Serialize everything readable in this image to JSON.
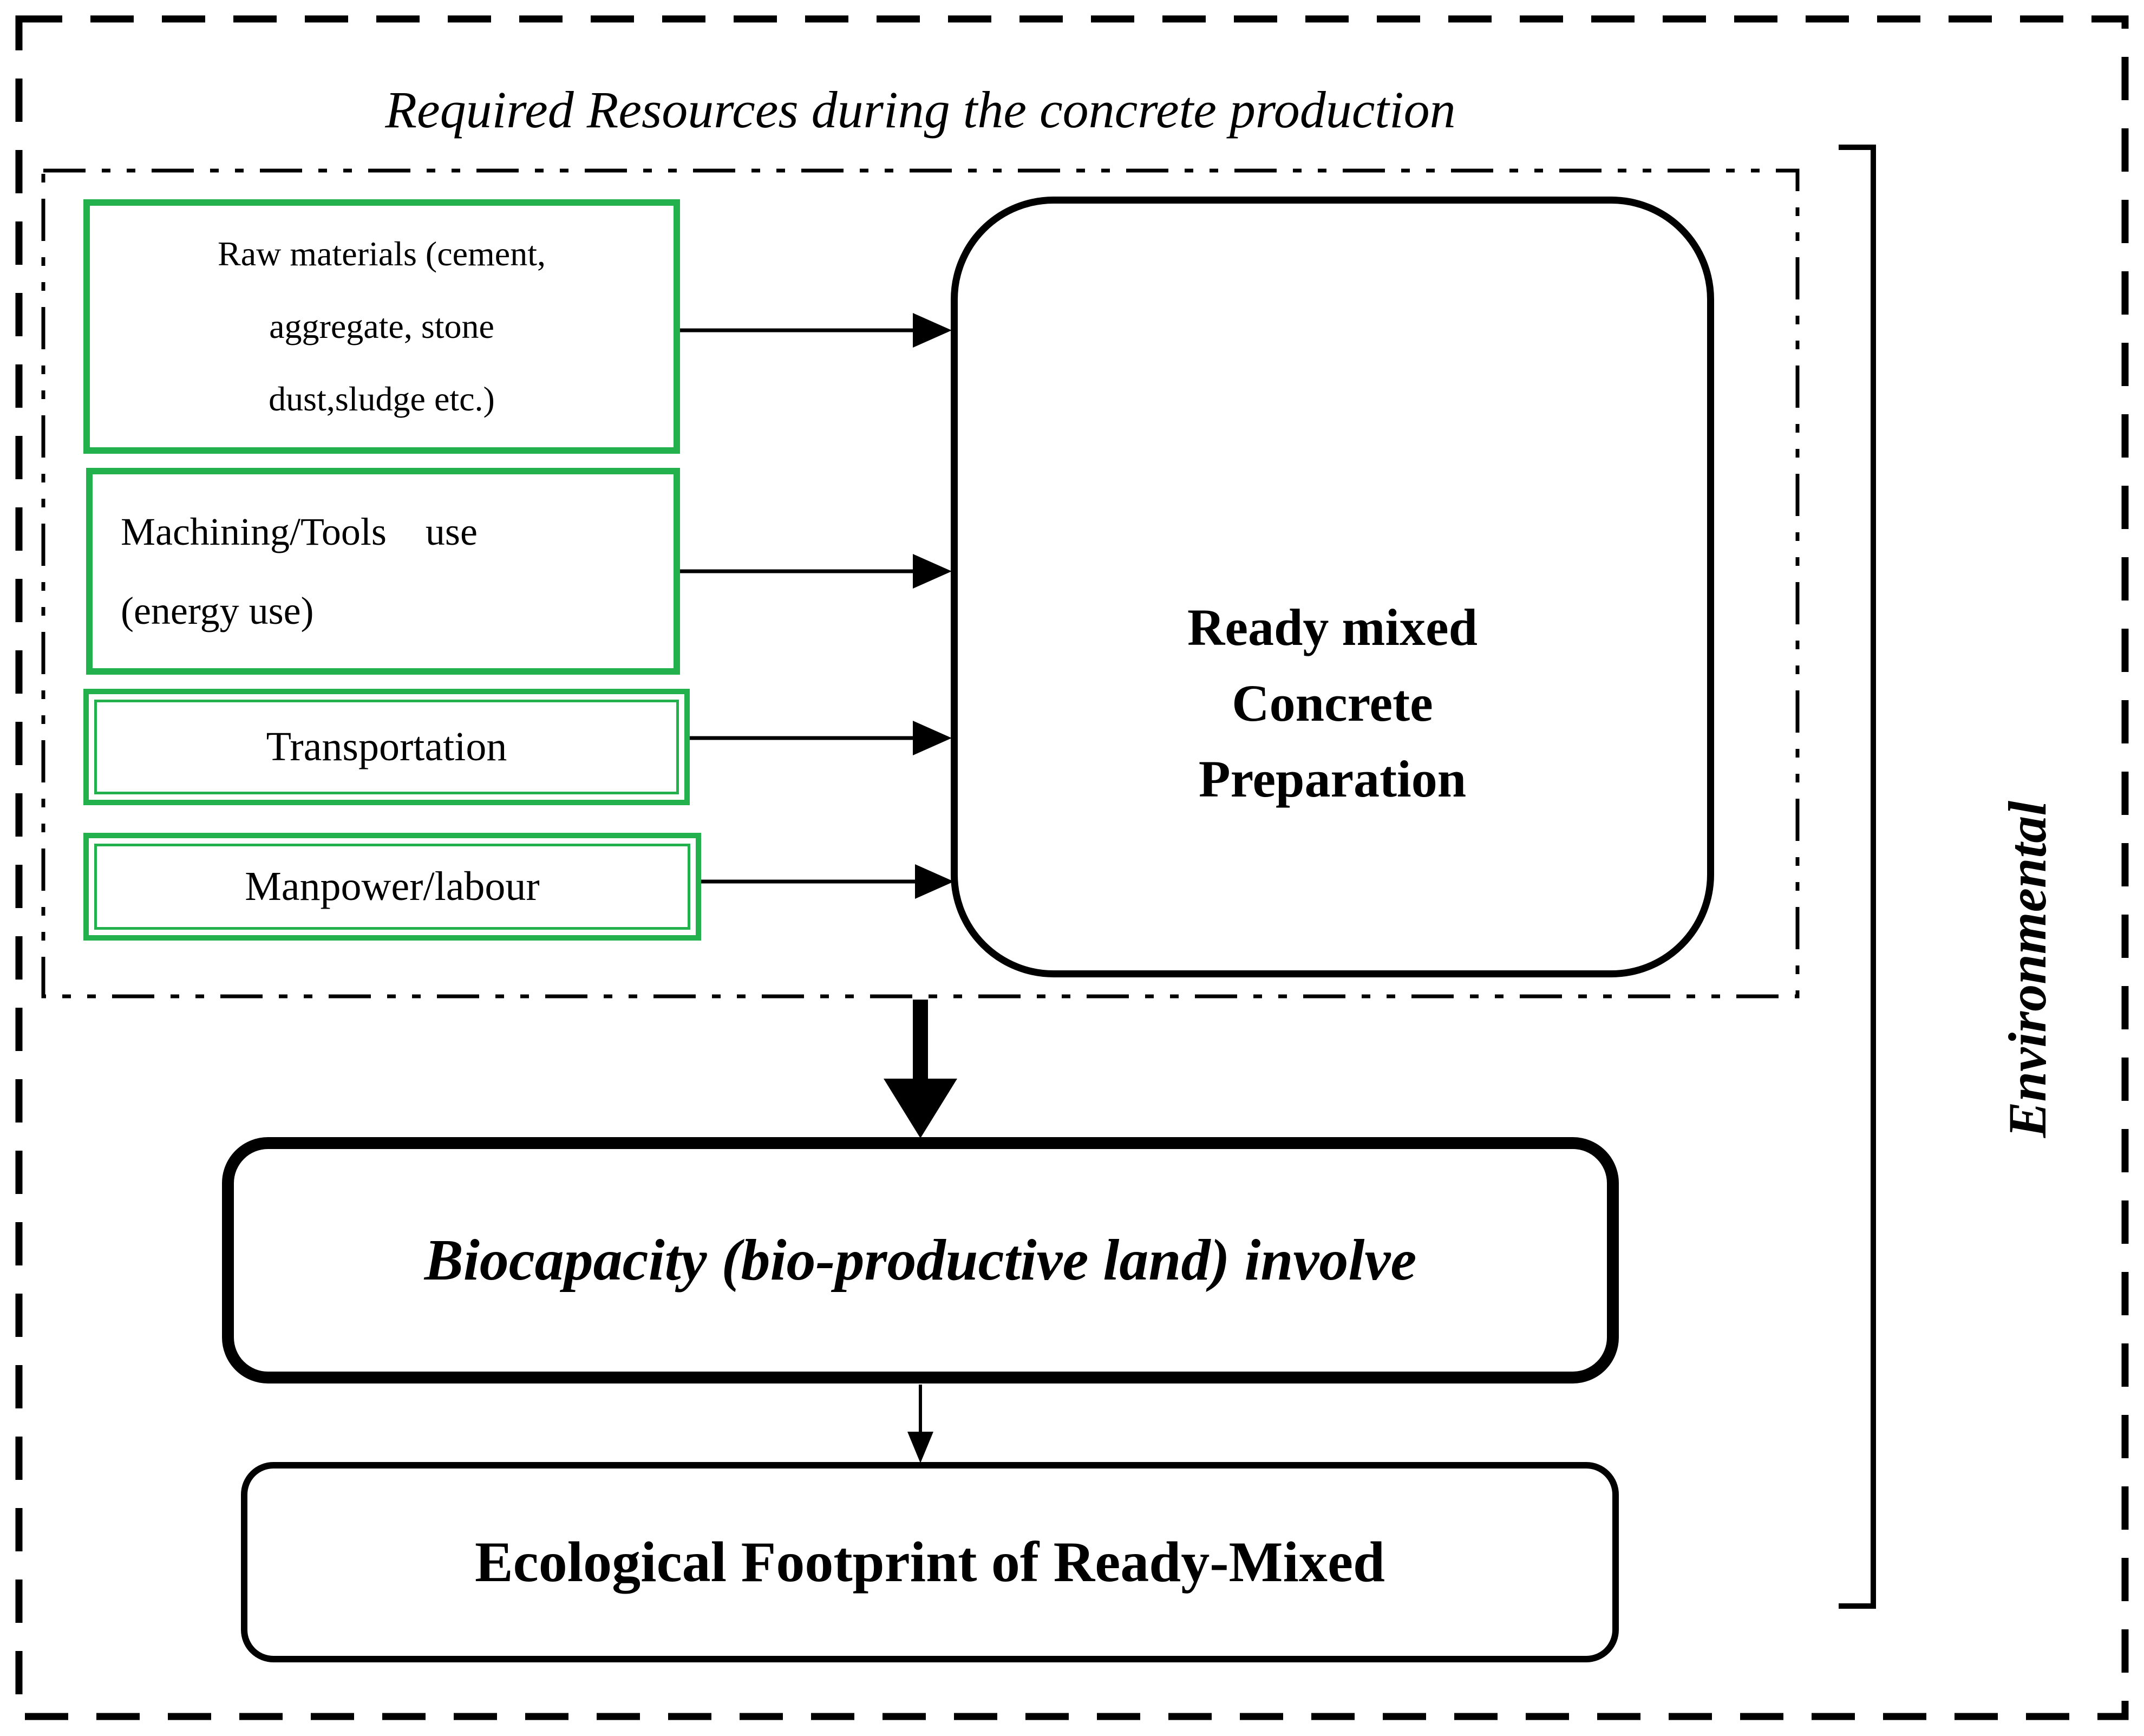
{
  "title": "Required Resources during the concrete production",
  "side_label": "Environmental",
  "colors": {
    "green": "#22B14C",
    "line": "#000000"
  },
  "inputs": [
    {
      "lines": [
        "Raw materials (cement,",
        "aggregate, stone",
        "dust,sludge etc.)"
      ]
    },
    {
      "lines": [
        "Machining/Tools    use",
        "(energy use)"
      ]
    },
    {
      "lines": [
        "Transportation"
      ]
    },
    {
      "lines": [
        "Manpower/labour"
      ]
    }
  ],
  "process": {
    "lines": [
      "Ready mixed",
      "Concrete",
      "Preparation"
    ]
  },
  "outcome_biocapacity": "Biocapacity (bio-productive land) involve",
  "outcome_footprint": "Ecological Footprint of Ready-Mixed"
}
